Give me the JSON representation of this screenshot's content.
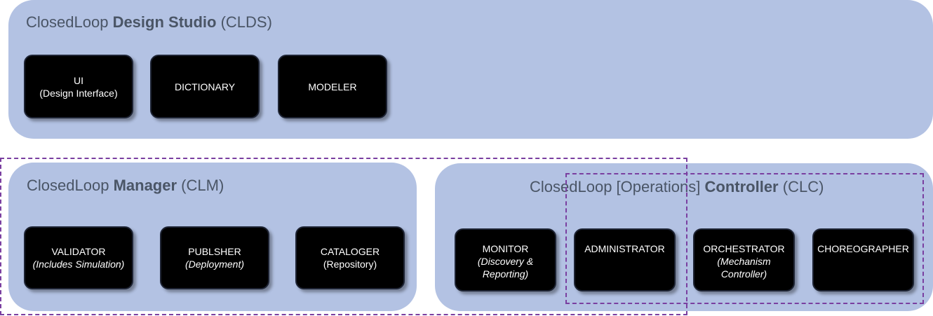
{
  "clds": {
    "title_prefix": "ClosedLoop",
    "title_bold": "Design Studio",
    "title_suffix": "(CLDS)",
    "boxes": [
      {
        "label": "UI",
        "sub": "(Design Interface)"
      },
      {
        "label": "DICTIONARY",
        "sub": ""
      },
      {
        "label": "MODELER",
        "sub": ""
      }
    ]
  },
  "clm": {
    "title_prefix": "ClosedLoop",
    "title_bold": "Manager",
    "title_suffix": "(CLM)",
    "boxes": [
      {
        "label": "VALIDATOR",
        "sub": "(Includes Simulation)"
      },
      {
        "label": "PUBLSHER",
        "sub": "(Deployment)"
      },
      {
        "label": "CATALOGER",
        "sub": "(Repository)"
      }
    ]
  },
  "clc": {
    "title_prefix": "ClosedLoop [Operations]",
    "title_bold": "Controller",
    "title_suffix": "(CLC)",
    "boxes": [
      {
        "label": "MONITOR",
        "sub": "(Discovery & Reporting)"
      },
      {
        "label": "ADMINISTRATOR",
        "sub": ""
      },
      {
        "label": "ORCHESTRATOR",
        "sub": "(Mechanism Controller)"
      },
      {
        "label": "CHOREOGRAPHER",
        "sub": ""
      }
    ]
  },
  "colors": {
    "panel": "#b3c2e3",
    "box": "#000000",
    "dashed_border": "#7a3fa0",
    "title_text": "#4a5566"
  }
}
